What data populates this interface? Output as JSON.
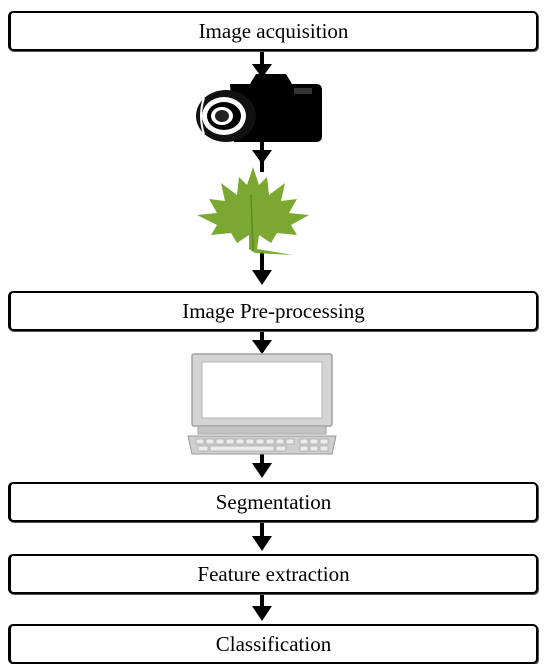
{
  "diagram": {
    "steps": [
      {
        "label": "Image acquisition"
      },
      {
        "label": "Image Pre-processing"
      },
      {
        "label": "Segmentation"
      },
      {
        "label": "Feature extraction"
      },
      {
        "label": "Classification"
      }
    ],
    "icons": {
      "camera": "camera-icon",
      "leaf": "maple-leaf-icon",
      "computer": "computer-icon"
    },
    "colors": {
      "stroke": "#000000",
      "leaf": "#7aa832",
      "monitor": "#c8c8c8"
    }
  }
}
